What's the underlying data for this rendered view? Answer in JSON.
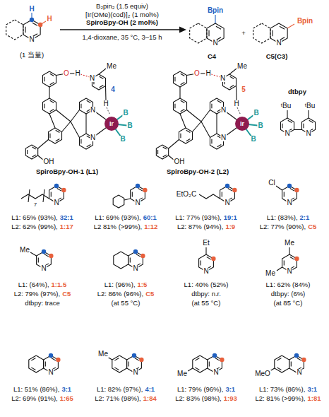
{
  "diagram": {
    "labels": [
      "H",
      "H",
      "N",
      "(1 当量)",
      "B₂pin₂ (1.5 equiv)",
      "[Ir(OMe)(cod)]₂ (1 mol%)",
      "SpiroBpy-OH (2 mol%)",
      "1,4-dioxane, 35 °C, 3–15 h",
      "Bpin",
      "N",
      "C4",
      "+",
      "Bpin",
      "N",
      "C5(C3)",
      "O",
      "H",
      "N",
      "Me",
      "4",
      "H",
      "N",
      "N",
      "Ir",
      "B",
      "B",
      "B",
      "OH",
      "SpiroBpy-OH-1 (L1)",
      "O",
      "H",
      "N",
      "Me",
      "5",
      "H",
      "N",
      "N",
      "Ir",
      "B",
      "B",
      "B",
      "OH",
      "SpiroBpy-OH-2 (L2)",
      "dtbpy",
      "ᵗBu",
      "ᵗBu",
      "N",
      "N",
      "7",
      "N",
      "L1: 65% (93%),",
      "32:1",
      "L2: 62% (99%),",
      "1:17",
      "N",
      "L1: 69% (93%),",
      "60:1",
      "L2 81% (>99%),",
      "1:12",
      "EtO₂C",
      "N",
      "L1: 77% (93%),",
      "19:1",
      "L2: 87% (94%),",
      "1:9",
      "Cl",
      "N",
      "L1: (83%),",
      "2:1",
      "L2: 77% (90%),",
      "C5",
      "Me",
      "N",
      "L1: (64%),",
      "1:1.5",
      "L2: 79% (97%),",
      "C5",
      "dtbpy: trace",
      "N",
      "L1: (96%),",
      "1:5",
      "L2: 86% (96%),",
      "C5",
      "(at 55 °C)",
      "Et",
      "N",
      "L1: 40% (52%)",
      "dtbpy: n.r.",
      "(at 55 °C)",
      "Me",
      "Me",
      "N",
      "L1: 62% (84%)",
      "dtbpy: (6%)",
      "(at 85 °C)",
      "N",
      "L1: 51% (86%),",
      "3:1",
      "L2: 69% (91%),",
      "1:65",
      "Me",
      "N",
      "L1: 82% (97%),",
      "4:1",
      "L2: 71% (98%),",
      "1:84",
      "Me",
      "N",
      "L1: 79% (96%),",
      "3:1",
      "L2: 83% (98%),",
      "1:93",
      "MeO",
      "N",
      "L1: 73% (86%),",
      "3:1",
      "L2: 81% (>99%),",
      "1:81"
    ]
  }
}
